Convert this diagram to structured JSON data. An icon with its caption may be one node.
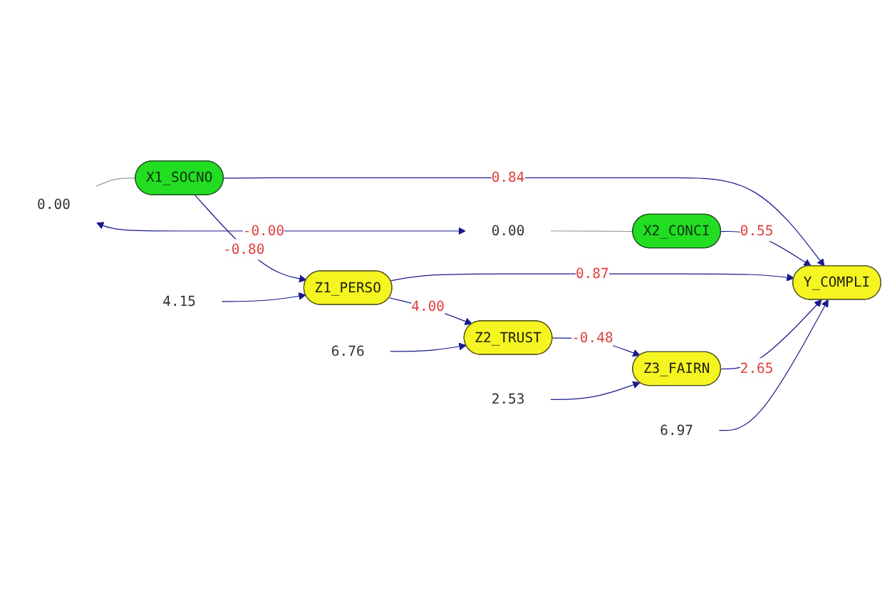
{
  "diagram": {
    "nodes": [
      {
        "text": [
          "0.00"
        ]
      },
      {
        "text": [
          "X1_SOCNO"
        ]
      },
      {
        "text": [
          "0.00"
        ]
      },
      {
        "text": [
          "X2_CONCI"
        ]
      },
      {
        "text": [
          "Z1_PERSO"
        ]
      },
      {
        "text": [
          "4.15"
        ]
      },
      {
        "text": [
          "Z2_TRUST"
        ]
      },
      {
        "text": [
          "6.76"
        ]
      },
      {
        "text": [
          "Z3_FAIRN"
        ]
      },
      {
        "text": [
          "2.53"
        ]
      },
      {
        "text": [
          "Y_COMPLI"
        ]
      },
      {
        "text": [
          "6.97"
        ]
      }
    ],
    "edges": [
      {
        "from": 0,
        "to": 1,
        "arrow": "none",
        "color": "#999999"
      },
      {
        "from": 2,
        "to": 3,
        "arrow": "none",
        "color": "#999999"
      },
      {
        "from": 0,
        "to": 2,
        "arrow": "both",
        "label": "-0.00"
      },
      {
        "from": 1,
        "to": 4,
        "arrow": "to",
        "label": "-0.80"
      },
      {
        "from": 1,
        "to": 10,
        "arrow": "to",
        "label": "0.84"
      },
      {
        "from": 3,
        "to": 10,
        "arrow": "to",
        "label": "0.55"
      },
      {
        "from": 4,
        "to": 10,
        "arrow": "to",
        "label": "0.87"
      },
      {
        "from": 4,
        "to": 6,
        "arrow": "to",
        "label": "4.00"
      },
      {
        "from": 6,
        "to": 8,
        "arrow": "to",
        "label": "-0.48"
      },
      {
        "from": 8,
        "to": 10,
        "arrow": "to",
        "label": "2.65"
      },
      {
        "from": 5,
        "to": 4,
        "arrow": "to"
      },
      {
        "from": 7,
        "to": 6,
        "arrow": "to"
      },
      {
        "from": 9,
        "to": 8,
        "arrow": "to"
      },
      {
        "from": 11,
        "to": 10,
        "arrow": "to"
      }
    ]
  }
}
